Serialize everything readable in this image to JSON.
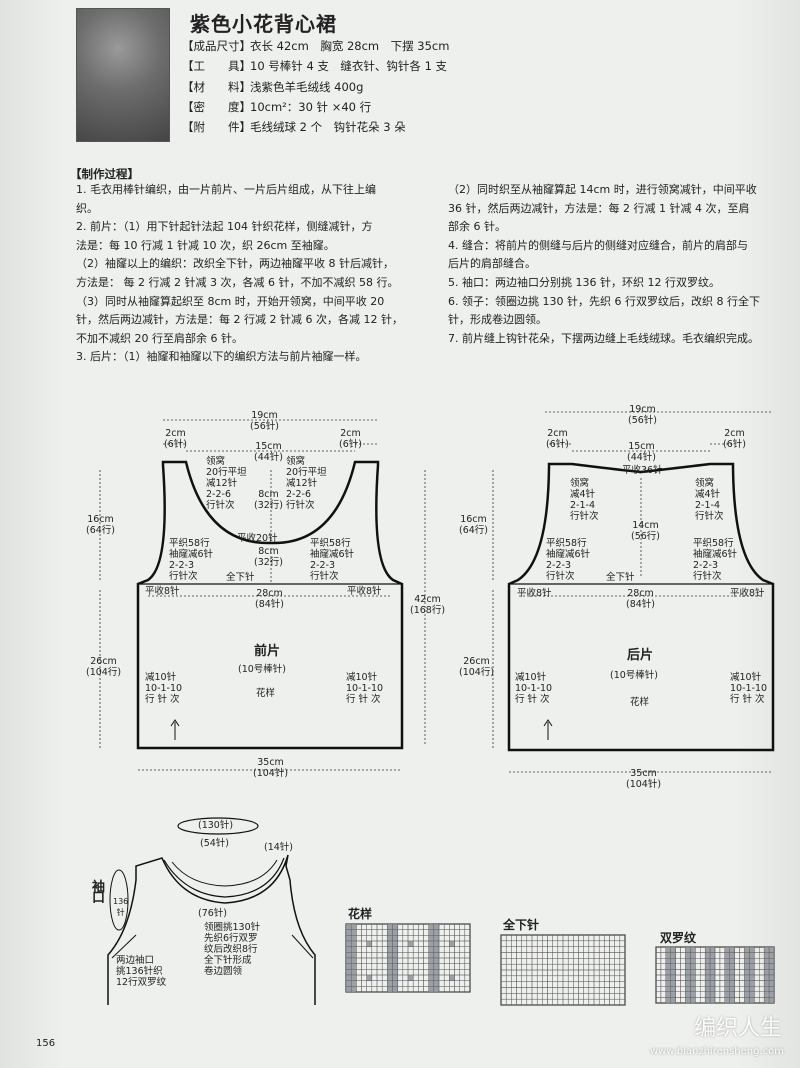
{
  "header": {
    "title": "紫色小花背心裙",
    "specs": [
      {
        "key": "【成品尺寸】",
        "value": "衣长 42cm　胸宽 28cm　下摆 35cm"
      },
      {
        "key": "【工　　具】",
        "value": "10 号棒针 4 支　缝衣针、钩针各 1 支"
      },
      {
        "key": "【材　　料】",
        "value": "浅紫色羊毛绒线 400g"
      },
      {
        "key": "【密　　度】",
        "value": "10cm²：30 针 ×40 行"
      },
      {
        "key": "【附　　件】",
        "value": "毛线绒球 2 个　钩针花朵 3 朵"
      }
    ]
  },
  "process": {
    "heading": "【制作过程】",
    "left": [
      "1. 毛衣用棒针编织，由一片前片、一片后片组成，从下往上编",
      "织。",
      "2. 前片：（1）用下针起针法起 104 针织花样，侧缝减针，方",
      "法是：每 10 行减 1 针减 10 次，织 26cm 至袖窿。",
      "（2）袖窿以上的编织：改织全下针，两边袖窿平收 8 针后减针，",
      "方法是： 每 2 行减 2 针减 3 次，各减 6 针，不加不减织 58 行。",
      "（3）同时从袖窿算起织至 8cm 时，开始开领窝，中间平收 20",
      "针，然后两边减针，方法是：每 2 行减 2 针减 6 次，各减 12 针，",
      "不加不减织 20 行至肩部余 6 针。",
      "3. 后片：（1）袖窿和袖窿以下的编织方法与前片袖窿一样。"
    ],
    "right": [
      "（2）同时织至从袖窿算起 14cm 时，进行领窝减针，中间平收",
      "36 针，然后两边减针，方法是：每 2 行减 1 针减 4 次，至肩",
      "部余 6 针。",
      "4. 缝合：将前片的侧缝与后片的侧缝对应缝合，前片的肩部与",
      "后片的肩部缝合。",
      "5. 袖口：两边袖口分别挑 136 针，环织 12 行双罗纹。",
      "6. 领子：领圈边挑 130 针，先织 6 行双罗纹后，改织 8 行全下",
      "针，形成卷边圆领。",
      "7. 前片缝上钩针花朵，下摆两边缝上毛线绒球。毛衣编织完成。"
    ]
  },
  "front": {
    "width_top": "19cm",
    "width_top_st": "(56针)",
    "shoulder_l": "2cm",
    "shoulder_l_st": "(6针)",
    "shoulder_r": "2cm",
    "shoulder_r_st": "(6针)",
    "neck": "15cm",
    "neck_st": "(44针)",
    "neck_l": "领窝\n20行平坦\n减12针\n2-2-6\n行针次",
    "neck_r": "领窝\n20行平坦\n减12针\n2-2-6\n行针次",
    "neck_depth": "8cm\n(32行)",
    "center_cast": "平收20针",
    "arm_depth": "8cm\n(32行)",
    "arm_l": "平织58行\n袖窿减6针\n2-2-3\n行针次",
    "arm_r": "平织58行\n袖窿减6针\n2-2-3\n行针次",
    "stockinette": "全下针",
    "bind_l": "平收8针",
    "bind_r": "平收8针",
    "chest": "28cm",
    "chest_st": "(84针)",
    "upper_h": "16cm",
    "upper_h_st": "(64行)",
    "total_h": "42cm",
    "total_h_st": "(168行)",
    "lower_h": "26cm",
    "lower_h_st": "(104行)",
    "name": "前片",
    "needle": "(10号棒针)",
    "pattern": "花样",
    "dec_l": "减10针\n10-1-10\n行 针 次",
    "dec_r": "减10针\n10-1-10\n行 针 次",
    "hem": "35cm",
    "hem_st": "(104针)"
  },
  "back": {
    "width_top": "19cm",
    "width_top_st": "(56针)",
    "shoulder_l": "2cm",
    "shoulder_l_st": "(6针)",
    "shoulder_r": "2cm",
    "shoulder_r_st": "(6针)",
    "neck": "15cm",
    "neck_st": "(44针)",
    "center_cast": "平收36针",
    "neck_l": "领窝\n减4针\n2-1-4\n行针次",
    "neck_r": "领窝\n减4针\n2-1-4\n行针次",
    "neck_depth": "14cm\n(56行)",
    "arm_l": "平织58行\n袖窿减6针\n2-2-3\n行针次",
    "arm_r": "平织58行\n袖窿减6针\n2-2-3\n行针次",
    "stockinette": "全下针",
    "bind_l": "平收8针",
    "bind_r": "平收8针",
    "chest": "28cm",
    "chest_st": "(84针)",
    "upper_h": "16cm",
    "upper_h_st": "(64行)",
    "lower_h": "26cm",
    "lower_h_st": "(104行)",
    "name": "后片",
    "needle": "(10号棒针)",
    "pattern": "花样",
    "dec_l": "减10针\n10-1-10\n行 针 次",
    "dec_r": "减10针\n10-1-10\n行 针 次",
    "hem": "35cm",
    "hem_st": "(104针)"
  },
  "collar": {
    "pick": "(130针)",
    "neck_st": "(54针)",
    "side_st": "(14针)",
    "front_st": "(76针)",
    "sleeve": "袖\n口",
    "sleeve_st": "136\n针",
    "note_l": "两边袖口\n挑136针织\n12行双罗纹",
    "note_c": "领圈挑130针\n先织6行双罗\n纹后改织8行\n全下针形成\n卷边圆领"
  },
  "charts": {
    "pattern": "花样",
    "stockinette": "全下针",
    "rib": "双罗纹"
  },
  "footer": {
    "page": "156",
    "watermark": "编织人生",
    "url": "www.bianzhirensheng.com"
  }
}
